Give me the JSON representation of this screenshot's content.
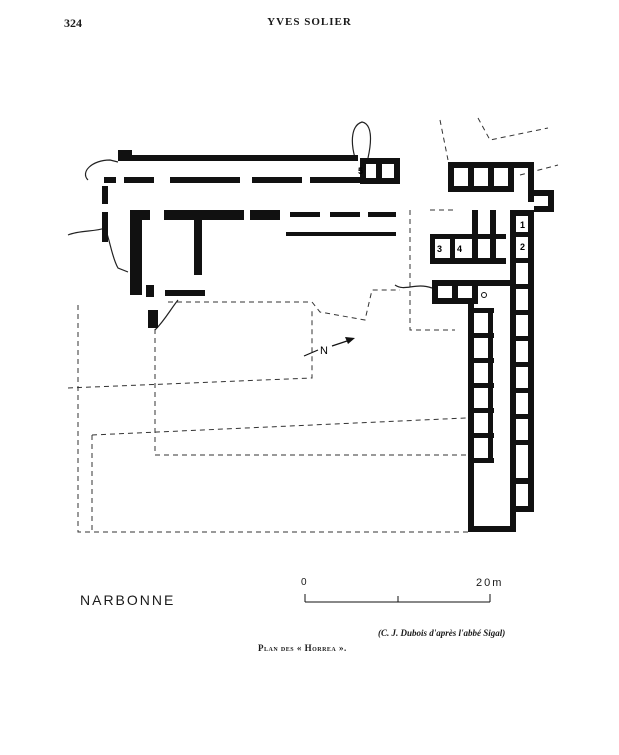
{
  "header": {
    "page_number": "324",
    "running_head": "YVES SOLIER"
  },
  "figure": {
    "site_label": "NARBONNE",
    "north_label": "N",
    "room_numbers": [
      "1",
      "2",
      "3",
      "4",
      "5"
    ],
    "scale": {
      "start": "0",
      "end": "20m"
    },
    "credit": "(C. J. Dubois d'après l'abbé Sigal)",
    "caption": "Plan des « Horrea »."
  }
}
